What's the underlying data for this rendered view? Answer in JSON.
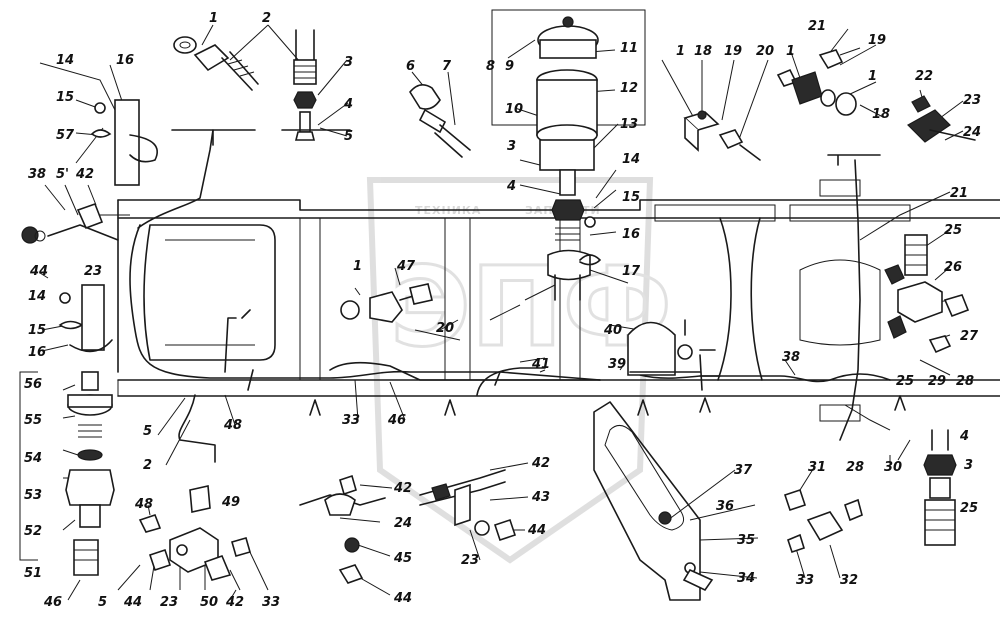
{
  "watermark": {
    "line1": "ТЕХНИКА",
    "line2": "ЗАПЧАСТИ",
    "logo": "ЭПФ"
  },
  "callouts": [
    {
      "id": "c-1a",
      "text": "1"
    },
    {
      "id": "c-2a",
      "text": "2"
    },
    {
      "id": "c-3a",
      "text": "3"
    },
    {
      "id": "c-4a",
      "text": "4"
    },
    {
      "id": "c-5a",
      "text": "5"
    },
    {
      "id": "c-6",
      "text": "6"
    },
    {
      "id": "c-7",
      "text": "7"
    },
    {
      "id": "c-8",
      "text": "8"
    },
    {
      "id": "c-9",
      "text": "9"
    },
    {
      "id": "c-10",
      "text": "10"
    },
    {
      "id": "c-11",
      "text": "11"
    },
    {
      "id": "c-12",
      "text": "12"
    },
    {
      "id": "c-13",
      "text": "13"
    },
    {
      "id": "c-14a",
      "text": "14"
    },
    {
      "id": "c-15a",
      "text": "15"
    },
    {
      "id": "c-16a",
      "text": "16"
    },
    {
      "id": "c-57",
      "text": "57"
    },
    {
      "id": "c-38a",
      "text": "38"
    },
    {
      "id": "c-5b",
      "text": "5'"
    },
    {
      "id": "c-42a",
      "text": "42"
    },
    {
      "id": "c-44a",
      "text": "44"
    },
    {
      "id": "c-23a",
      "text": "23"
    },
    {
      "id": "c-14b",
      "text": "14"
    },
    {
      "id": "c-15b",
      "text": "15"
    },
    {
      "id": "c-16b",
      "text": "16"
    },
    {
      "id": "c-1b",
      "text": "1"
    },
    {
      "id": "c-18a",
      "text": "18"
    },
    {
      "id": "c-19a",
      "text": "19"
    },
    {
      "id": "c-20a",
      "text": "20"
    },
    {
      "id": "c-1c",
      "text": "1"
    },
    {
      "id": "c-21a",
      "text": "21"
    },
    {
      "id": "c-19b",
      "text": "19"
    },
    {
      "id": "c-1d",
      "text": "1"
    },
    {
      "id": "c-18b",
      "text": "18"
    },
    {
      "id": "c-22",
      "text": "22"
    },
    {
      "id": "c-23b",
      "text": "23"
    },
    {
      "id": "c-24a",
      "text": "24"
    },
    {
      "id": "c-21b",
      "text": "21"
    },
    {
      "id": "c-25a",
      "text": "25"
    },
    {
      "id": "c-26",
      "text": "26"
    },
    {
      "id": "c-27",
      "text": "27"
    },
    {
      "id": "c-28a",
      "text": "28"
    },
    {
      "id": "c-29",
      "text": "29"
    },
    {
      "id": "c-25b",
      "text": "25"
    },
    {
      "id": "c-3b",
      "text": "3"
    },
    {
      "id": "c-4b",
      "text": "4"
    },
    {
      "id": "c-14c",
      "text": "14"
    },
    {
      "id": "c-15c",
      "text": "15"
    },
    {
      "id": "c-16c",
      "text": "16"
    },
    {
      "id": "c-17",
      "text": "17"
    },
    {
      "id": "c-47",
      "text": "47"
    },
    {
      "id": "c-1e",
      "text": "1"
    },
    {
      "id": "c-20b",
      "text": "20"
    },
    {
      "id": "c-40",
      "text": "40"
    },
    {
      "id": "c-41",
      "text": "41"
    },
    {
      "id": "c-39",
      "text": "39"
    },
    {
      "id": "c-38b",
      "text": "38"
    },
    {
      "id": "c-28b",
      "text": "28"
    },
    {
      "id": "c-30",
      "text": "30"
    },
    {
      "id": "c-4c",
      "text": "4"
    },
    {
      "id": "c-3c",
      "text": "3"
    },
    {
      "id": "c-25c",
      "text": "25"
    },
    {
      "id": "c-56",
      "text": "56"
    },
    {
      "id": "c-55",
      "text": "55"
    },
    {
      "id": "c-54",
      "text": "54"
    },
    {
      "id": "c-53",
      "text": "53"
    },
    {
      "id": "c-52",
      "text": "52"
    },
    {
      "id": "c-51",
      "text": "51"
    },
    {
      "id": "c-46a",
      "text": "46"
    },
    {
      "id": "c-5c",
      "text": "5"
    },
    {
      "id": "c-2b",
      "text": "2"
    },
    {
      "id": "c-48a",
      "text": "48"
    },
    {
      "id": "c-33a",
      "text": "33"
    },
    {
      "id": "c-46b",
      "text": "46"
    },
    {
      "id": "c-48b",
      "text": "48"
    },
    {
      "id": "c-49",
      "text": "49"
    },
    {
      "id": "c-5d",
      "text": "5"
    },
    {
      "id": "c-44b",
      "text": "44"
    },
    {
      "id": "c-23c",
      "text": "23"
    },
    {
      "id": "c-50",
      "text": "50"
    },
    {
      "id": "c-42b",
      "text": "42"
    },
    {
      "id": "c-33b",
      "text": "33"
    },
    {
      "id": "c-42c",
      "text": "42"
    },
    {
      "id": "c-24b",
      "text": "24"
    },
    {
      "id": "c-45",
      "text": "45"
    },
    {
      "id": "c-44c",
      "text": "44"
    },
    {
      "id": "c-42d",
      "text": "42"
    },
    {
      "id": "c-43",
      "text": "43"
    },
    {
      "id": "c-23d",
      "text": "23"
    },
    {
      "id": "c-44d",
      "text": "44"
    },
    {
      "id": "c-37",
      "text": "37"
    },
    {
      "id": "c-36",
      "text": "36"
    },
    {
      "id": "c-35",
      "text": "35"
    },
    {
      "id": "c-34",
      "text": "34"
    },
    {
      "id": "c-31",
      "text": "31"
    },
    {
      "id": "c-33c",
      "text": "33"
    },
    {
      "id": "c-32",
      "text": "32"
    }
  ]
}
